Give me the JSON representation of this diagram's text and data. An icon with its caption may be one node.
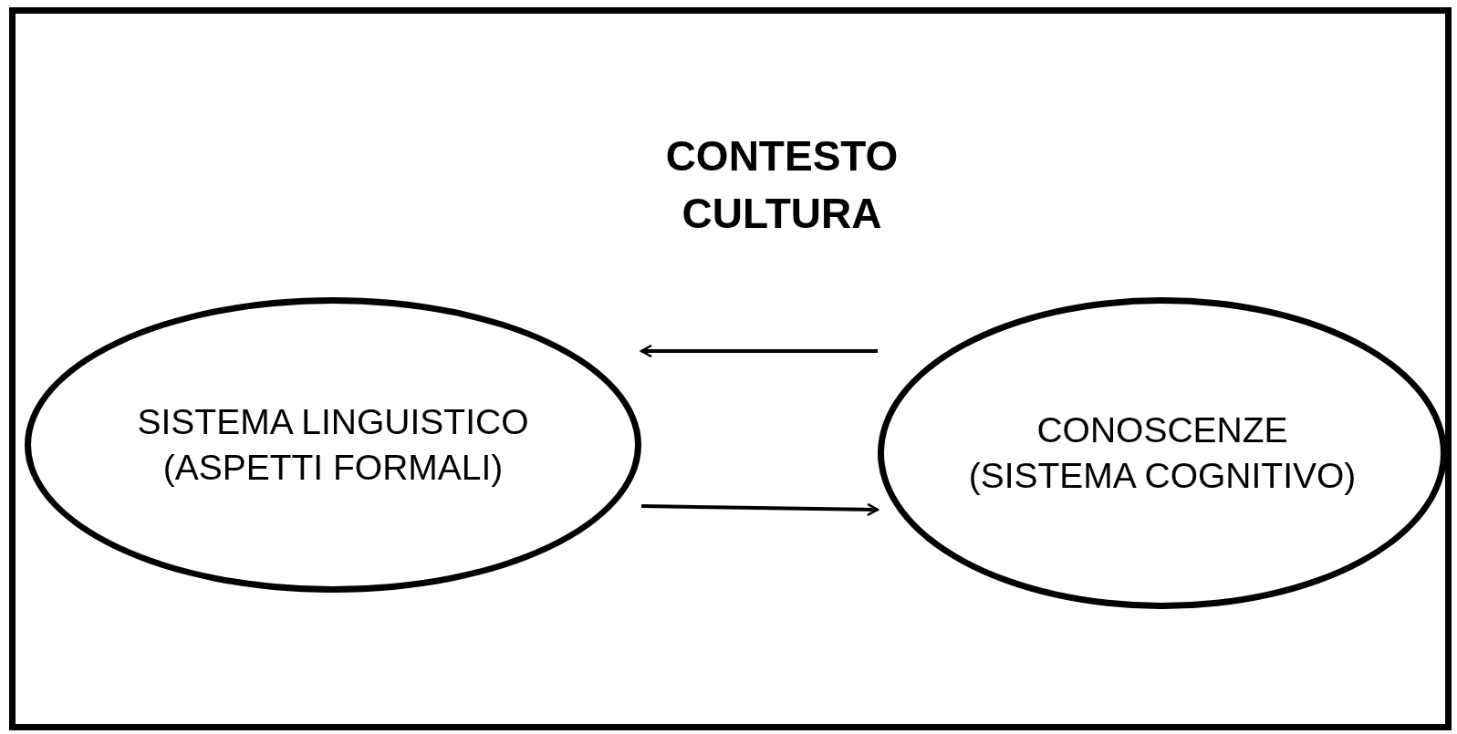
{
  "diagram": {
    "nodes": [
      {
        "text": [
          "CONTESTO CULTURA"
        ]
      },
      {
        "text": [
          "SISTEMA LINGUISTICO (ASPETTI FORMALI)"
        ],
        "in": 0
      },
      {
        "text": [
          "CONOSCENZE (SISTEMA COGNITIVO)"
        ],
        "in": 0
      }
    ],
    "edges": [
      {
        "from": 2,
        "to": 1,
        "arrow": "to"
      },
      {
        "from": 1,
        "to": 2,
        "arrow": "to"
      }
    ]
  }
}
